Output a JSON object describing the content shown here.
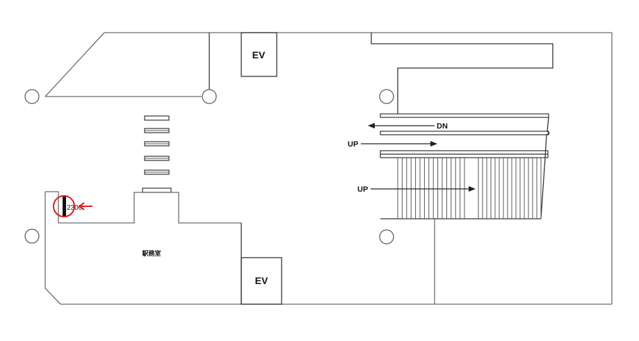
{
  "diagram": {
    "type": "station-floor-plan",
    "labels": {
      "elevator_top": "EV",
      "elevator_bottom": "EV",
      "station_office": "駅務室",
      "escalator_down": "DN",
      "escalator_up": "UP",
      "stairs_up": "UP",
      "marker_number": "2300"
    },
    "colors": {
      "wall": "#6b6b6b",
      "marker": "#e0191f",
      "text": "#111111"
    },
    "stair_tread_count": 32
  }
}
